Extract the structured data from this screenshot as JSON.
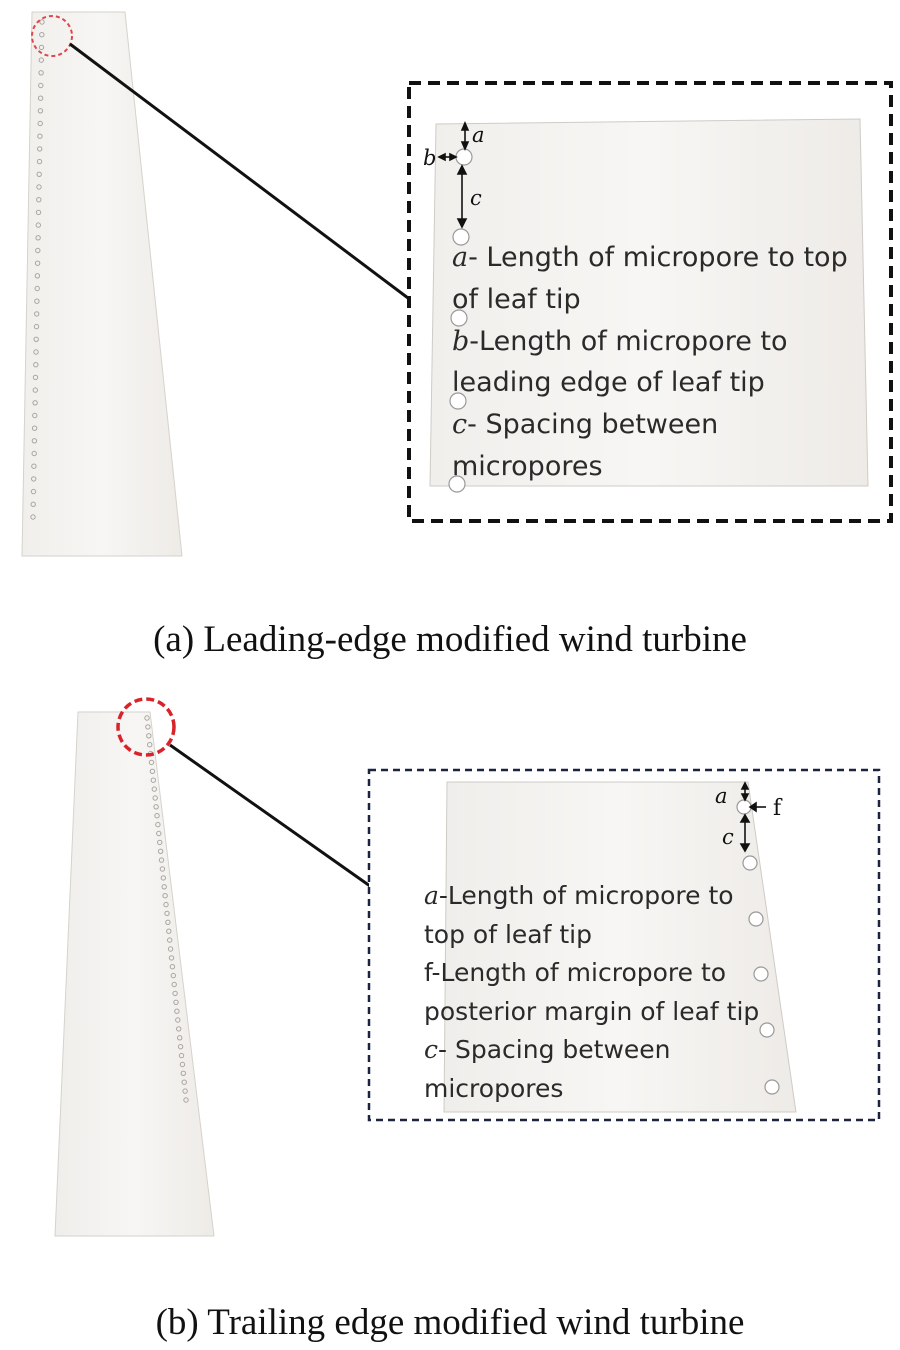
{
  "panel_a": {
    "caption": "(a) Leading-edge modified wind turbine",
    "symbols": {
      "a": "a",
      "b": "b",
      "c": "c"
    },
    "legend": [
      {
        "sym": "a",
        "line1": "- Length of micropore to top",
        "line2": "of leaf tip"
      },
      {
        "sym": "b",
        "line1": "-Length of micropore to",
        "line2": "leading edge of leaf tip"
      },
      {
        "sym": "c",
        "line1": "- Spacing between",
        "line2": "micropores"
      }
    ]
  },
  "panel_b": {
    "caption": "(b) Trailing edge modified wind turbine",
    "symbols": {
      "a": "a",
      "f": "f",
      "c": "c"
    },
    "legend": [
      {
        "sym": "a",
        "line1": "-Length of micropore to",
        "line2": "top of leaf tip"
      },
      {
        "sym": "f",
        "line1": "-Length of micropore to",
        "line2": "posterior margin of leaf tip"
      },
      {
        "sym": "c",
        "line1": "- Spacing between",
        "line2": "micropores"
      }
    ]
  },
  "colors": {
    "blade": "#f4f2ef",
    "blade_edge": "#cfcbc6",
    "hole": "#a9a5a0",
    "highlight_circle": "#d9232a",
    "box_a": "#111111",
    "box_b": "#1c2340"
  }
}
